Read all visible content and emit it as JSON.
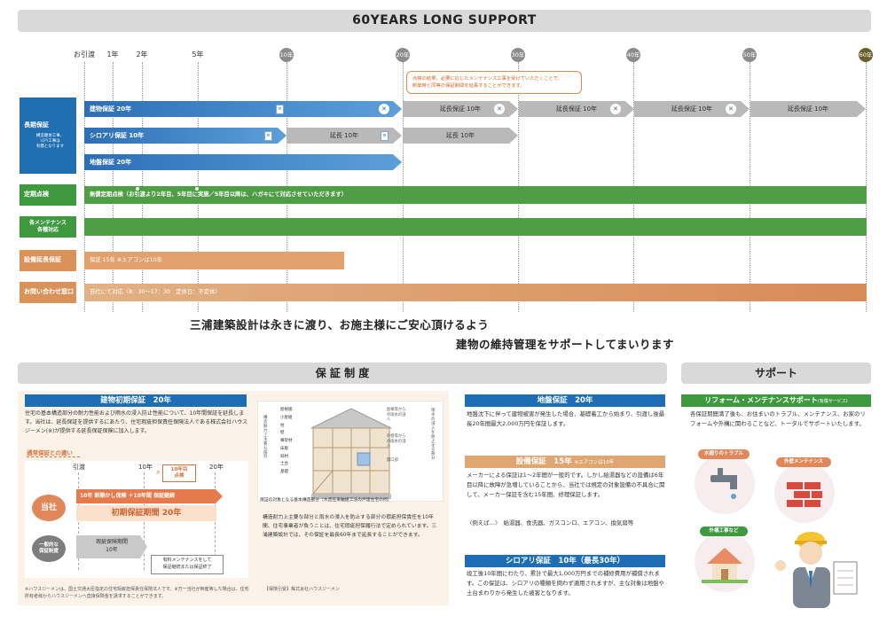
{
  "top_banner": "60YEARS LONG SUPPORT",
  "timeline": {
    "ticks": [
      "お引渡",
      "1年",
      "2年",
      "5年",
      "10年",
      "20年",
      "30年",
      "40年",
      "50年",
      "60年"
    ]
  },
  "rows": {
    "long_warranty": {
      "label": "長期保証",
      "sub": "構造躯体工事、\nｼﾛｱﾘ工事は\n有償となります"
    },
    "inspection": {
      "label": "定期点検"
    },
    "maintenance": {
      "label": "各メンテナンス\n各種対応"
    },
    "equipment": {
      "label": "設備延長保証"
    },
    "contact": {
      "label": "お問い合わせ窓口"
    }
  },
  "bars": {
    "structure": "建物保証 20年",
    "termite": "シロアリ保証 10年",
    "ground": "地盤保証 20年",
    "extend_1": "延長保証 10年",
    "extend_2": "延長保証 10年",
    "extend_3": "延長保証 10年",
    "extend_4": "延長保証 10年",
    "termite_ext_1": "延長 10年",
    "termite_ext_2": "延長 10年",
    "inspection": "無償定期点検（お引渡より2年目、5年目に実施／5年目以降は、ハガキにて対応させていただきます）",
    "equipment": "保証 15年 ※エアコンは10年",
    "contact": "自社にて対応（8：30～17：30　定休日：不定休）"
  },
  "callout": "点検の結果、必要に応じたメンテナンス工事を受けていただくことで、\n新築時と同等の保証期間を延長することができます。",
  "slogan": {
    "line1": "三浦建築設計は永きに渡り、お施主様にご安心頂けるよう",
    "line2": "建物の維持管理をサポートしてまいります"
  },
  "warranty_section": {
    "title": "保 証 制 度",
    "initial": {
      "head": "建物初期保証　20年",
      "body": "住宅の基本構造部分の耐力性能および雨水の浸入防止性能について、10年間保証を延長します。当社は、延長保証を提供するにあたり、住宅瑕疵担保責任保険法人である株式会社ハウスジーメン(※)が提供する延長保証保険に加入します。",
      "compare_title": "通常保証との違い",
      "hikiwatashi": "引渡",
      "y10": "10年",
      "y20": "20年",
      "badge": "10年目\n点検",
      "ours_label": "当社",
      "ours_bar": "10年 新築かし保険 ＋10年間 保証継続",
      "ours_total": "初期保証期間 20年",
      "general_label": "一般的な\n保証制度",
      "general_bar": "瑕疵保険期間\n10年",
      "general_note": "有料メンテナンスをして\n保証継続または保証終了",
      "footnote": "※ハウスジーメンは、国土交通大臣指定の住宅瑕疵担保責任保険法人です。※万一当社が倒産等した場合は、住宅所有者様からハウスジーメンへ直接保険金を請求することができます。",
      "diagram_caption": "保証の対象となる基本構造部分（木造在来軸組工法の戸建住宅の例）",
      "diagram_labels": [
        "屋根版",
        "小屋組",
        "柱",
        "壁",
        "横架材",
        "床版",
        "斜材",
        "土台",
        "基礎"
      ],
      "diagram_side": "構造耐力上主要な部分",
      "diagram_right": [
        "屋根等からの雨水の浸入",
        "外壁等からの雨水の浸入",
        "開口部"
      ],
      "diagram_right2": "雨水の浸入を防止する部分",
      "diagram_text": "構造耐力上主要な部分と雨水の浸入を防止する部分の瑕疵担保責任を10年間、住宅事業者が負うことは、住宅瑕疵担保履行法で定められています。三浦建築設計では、その保証を最長60年まで延長することができます。",
      "insurer": "【保険引受】株式会社ハウスジーメン"
    },
    "ground": {
      "head": "地盤保証　20年",
      "body": "地盤沈下に伴って建物被害が発生した場合、基礎着工から始まり、引渡し後最長20年間最大2,000万円を保証します。"
    },
    "equipment": {
      "head": "設備保証　15年",
      "head_note": "※エアコンは10年",
      "body": "メーカーによる保証は1～2年間が一般的です。しかし給湯器などの設備は6年目以降に故障が急増していることから、当社では規定の対象設備の不具合に関して、メーカー保証を含む15年間、修理保証します。",
      "examples": "〈例えば…〉　給湯器、食洗器、ガスコンロ、エアコン、換気扇等"
    },
    "termite": {
      "head": "シロアリ保証　10年（最長30年）",
      "body": "竣工後10年間にわたり、累計で最大1,000万円までの補修費用が補償されます。この保証は、シロアリの種類を問わず適用されますが、主な対象は地盤や土台まわりから発生した被害となります。"
    }
  },
  "support_section": {
    "title": "サポート",
    "head": "リフォーム・メンテナンスサポート",
    "head_note": "(有償サービス)",
    "body": "各保証期間満了後も、お住まいのトラブル、メンテナンス、お家のリフォームや外構に関わることなど、トータルでサポートいたします。",
    "pills": [
      "水廻りのトラブル",
      "外壁メンテナンス",
      "外構工事など"
    ]
  },
  "colors": {
    "blue": "#1f6fb2",
    "green": "#3f9a3f",
    "orange": "#d9935a",
    "gray": "#b9b9b9"
  }
}
